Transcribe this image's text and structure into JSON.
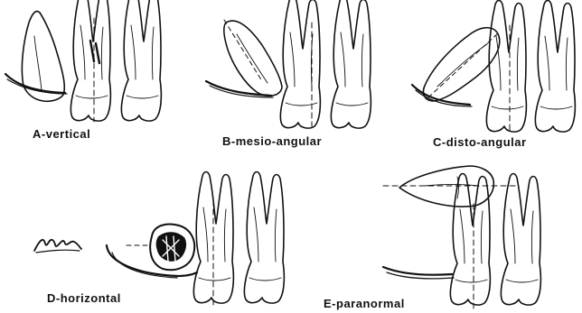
{
  "panels": [
    {
      "id": "a",
      "label": "A-vertical"
    },
    {
      "id": "b",
      "label": "B-mesio-angular"
    },
    {
      "id": "c",
      "label": "C-disto-angular"
    },
    {
      "id": "d",
      "label": "D-horizontal"
    },
    {
      "id": "e",
      "label": "E-paranormal"
    }
  ],
  "colors": {
    "ink": "#111111",
    "paper": "#ffffff"
  }
}
